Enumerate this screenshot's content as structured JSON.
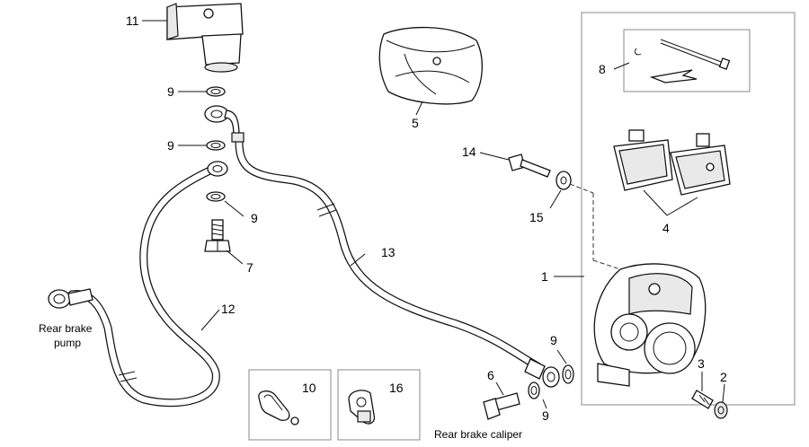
{
  "callouts": {
    "n1": "1",
    "n2": "2",
    "n3": "3",
    "n4": "4",
    "n5": "5",
    "n6": "6",
    "n7": "7",
    "n8": "8",
    "n9a": "9",
    "n9b": "9",
    "n9c": "9",
    "n9d": "9",
    "n9e": "9",
    "n10": "10",
    "n11": "11",
    "n12": "12",
    "n13": "13",
    "n14": "14",
    "n15": "15",
    "n16": "16"
  },
  "captions": {
    "pump_line1": "Rear brake",
    "pump_line2": "pump",
    "caliper": "Rear brake caliper"
  }
}
